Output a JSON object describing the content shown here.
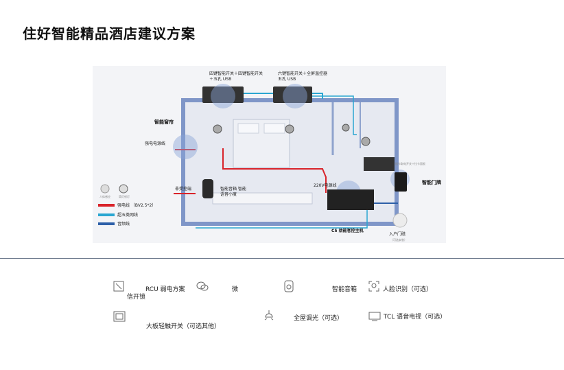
{
  "page": {
    "title": "住好智能精品酒店建议方案"
  },
  "plan": {
    "labels": {
      "top_left": "四键智能开关＋四键智能开关 ＋五孔 USB",
      "top_right": "六键智能开关＋全屏温控器 五孔 USB",
      "curtain": "智能窗帘",
      "power_line": "强电电源线",
      "speaker_left": "非受控端",
      "speaker_note": "智能音箱 智能语音小度",
      "main_unit_top": "220V电源线",
      "main_unit": "C5 劲能客控主机",
      "door_sign": "智能门牌",
      "entry_light": "入户门磁",
      "entry_note": "（可选安装）",
      "small_right": "插卡取电开关＋拉卡面板",
      "sensor_a": "人体感应",
      "sensor_b": "筒灯射灯"
    },
    "legend": [
      {
        "label": "强电线 （BV2.5*2）",
        "color": "#d9232a"
      },
      {
        "label": "超五类网线",
        "color": "#2aa6d1"
      },
      {
        "label": "音频线",
        "color": "#2c5fa8"
      }
    ]
  },
  "features": [
    {
      "text": "RCU  弱电方案",
      "icon": "tablet-icon"
    },
    {
      "text": "微",
      "icon": "wechat-icon"
    },
    {
      "text": "信开锁",
      "icon": ""
    },
    {
      "text": "智能音箱",
      "icon": "speaker-icon"
    },
    {
      "text": "人脸识别（可选）",
      "icon": "face-scan-icon"
    },
    {
      "text": "大板轻触开关（可选其他）",
      "icon": "panel-icon"
    },
    {
      "text": "全屋调光（可选）",
      "icon": "ceiling-light-icon"
    },
    {
      "text": "TCL 语音电视（可选）",
      "icon": "tv-icon"
    }
  ]
}
